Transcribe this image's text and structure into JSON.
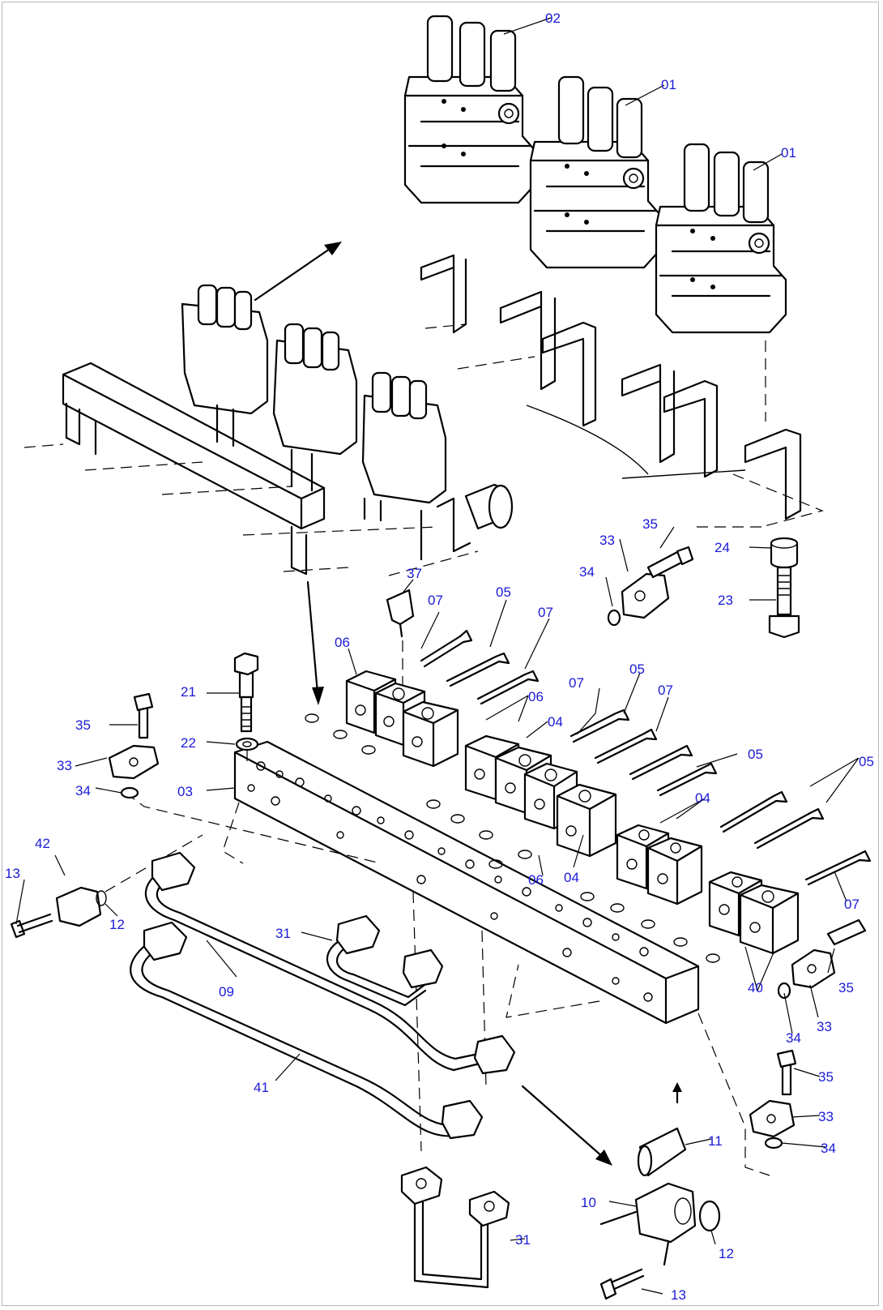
{
  "diagram": {
    "callouts": [
      {
        "id": "c-02a",
        "text": "02"
      },
      {
        "id": "c-01a",
        "text": "01"
      },
      {
        "id": "c-01b",
        "text": "01"
      },
      {
        "id": "c-35a",
        "text": "35"
      },
      {
        "id": "c-33a",
        "text": "33"
      },
      {
        "id": "c-24",
        "text": "24"
      },
      {
        "id": "c-34a",
        "text": "34"
      },
      {
        "id": "c-37",
        "text": "37"
      },
      {
        "id": "c-23",
        "text": "23"
      },
      {
        "id": "c-07a",
        "text": "07"
      },
      {
        "id": "c-05a",
        "text": "05"
      },
      {
        "id": "c-07b",
        "text": "07"
      },
      {
        "id": "c-06a",
        "text": "06"
      },
      {
        "id": "c-21",
        "text": "21"
      },
      {
        "id": "c-05b",
        "text": "05"
      },
      {
        "id": "c-07c",
        "text": "07"
      },
      {
        "id": "c-07d",
        "text": "07"
      },
      {
        "id": "c-06b",
        "text": "06"
      },
      {
        "id": "c-35b",
        "text": "35"
      },
      {
        "id": "c-04a",
        "text": "04"
      },
      {
        "id": "c-22",
        "text": "22"
      },
      {
        "id": "c-05c",
        "text": "05"
      },
      {
        "id": "c-05d",
        "text": "05"
      },
      {
        "id": "c-33b",
        "text": "33"
      },
      {
        "id": "c-34b",
        "text": "34"
      },
      {
        "id": "c-03",
        "text": "03"
      },
      {
        "id": "c-04b",
        "text": "04"
      },
      {
        "id": "c-42",
        "text": "42"
      },
      {
        "id": "c-13a",
        "text": "13"
      },
      {
        "id": "c-07e",
        "text": "07"
      },
      {
        "id": "c-06c",
        "text": "06"
      },
      {
        "id": "c-04c",
        "text": "04"
      },
      {
        "id": "c-12a",
        "text": "12"
      },
      {
        "id": "c-31a",
        "text": "31"
      },
      {
        "id": "c-35c",
        "text": "35"
      },
      {
        "id": "c-09",
        "text": "09"
      },
      {
        "id": "c-40",
        "text": "40"
      },
      {
        "id": "c-33c",
        "text": "33"
      },
      {
        "id": "c-34c",
        "text": "34"
      },
      {
        "id": "c-35d",
        "text": "35"
      },
      {
        "id": "c-41",
        "text": "41"
      },
      {
        "id": "c-33d",
        "text": "33"
      },
      {
        "id": "c-34d",
        "text": "34"
      },
      {
        "id": "c-11",
        "text": "11"
      },
      {
        "id": "c-10",
        "text": "10"
      },
      {
        "id": "c-31b",
        "text": "31"
      },
      {
        "id": "c-12b",
        "text": "12"
      },
      {
        "id": "c-13b",
        "text": "13"
      }
    ]
  }
}
